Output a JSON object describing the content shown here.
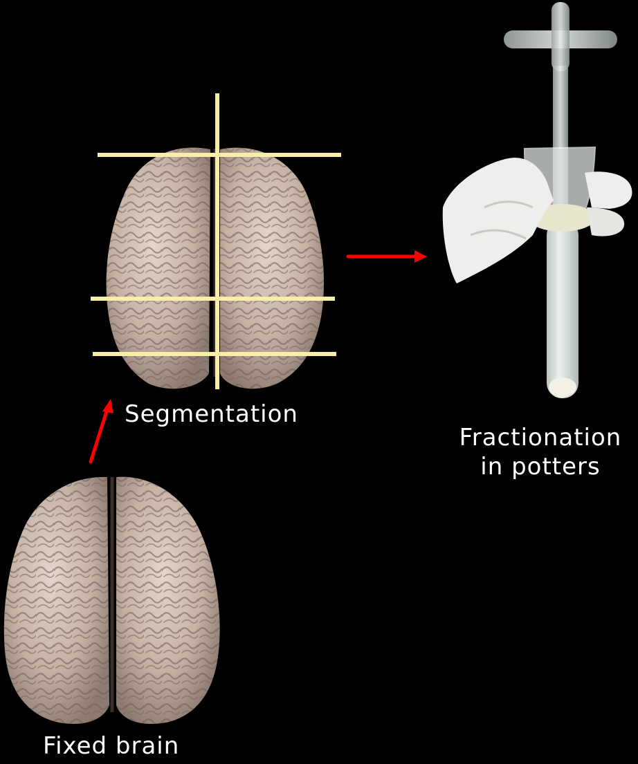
{
  "labels": {
    "segmentation": "Segmentation",
    "fractionation_line1": "Fractionation",
    "fractionation_line2": "in potters",
    "fixed_brain": "Fixed brain"
  },
  "colors": {
    "background": "#000000",
    "arrow": "#ff0000",
    "segment_lines": "#f8efa6",
    "brain": "#cdbcb0",
    "glove": "#f2f2f0",
    "glass": "#d8dedc"
  }
}
